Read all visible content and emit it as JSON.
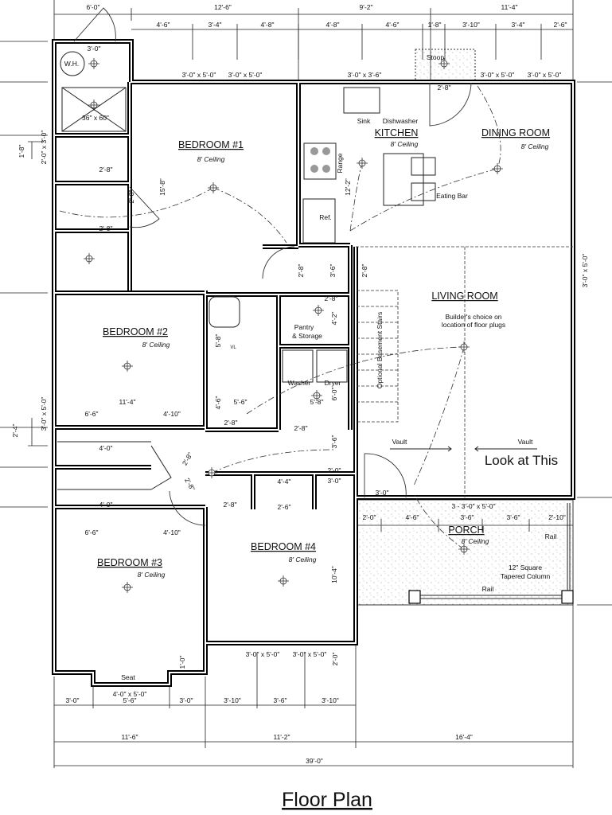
{
  "title": "Floor Plan",
  "rooms": {
    "bedroom1": {
      "name": "BEDROOM #1",
      "ceiling": "8' Ceiling"
    },
    "bedroom2": {
      "name": "BEDROOM #2",
      "ceiling": "8' Ceiling"
    },
    "bedroom3": {
      "name": "BEDROOM #3",
      "ceiling": "8' Ceiling"
    },
    "bedroom4": {
      "name": "BEDROOM #4",
      "ceiling": "8' Ceiling"
    },
    "kitchen": {
      "name": "KITCHEN",
      "ceiling": "8' Ceiling"
    },
    "dining": {
      "name": "DINING ROOM",
      "ceiling": "8' Ceiling"
    },
    "living": {
      "name": "LIVING ROOM",
      "note_line1": "Builder's choice on",
      "note_line2": "location of floor plugs"
    },
    "porch": {
      "name": "PORCH",
      "ceiling": "8' Ceiling"
    }
  },
  "fixtures": {
    "water_heater": "W.H.",
    "shower": "36\" x 60\"",
    "sink": "Sink",
    "dishwasher": "Dishwasher",
    "range": "Range",
    "refrigerator": "Ref.",
    "eating_bar": "Eating Bar",
    "stoop": "Stoop",
    "pantry_line1": "Pantry",
    "pantry_line2": "& Storage",
    "washer": "Washer",
    "dryer": "Dryer",
    "stairs": "Optional Basement Stairs",
    "seat": "Seat",
    "rail_1": "Rail",
    "rail_2": "Rail",
    "column_line1": "12\" Square",
    "column_line2": "Tapered Column",
    "vault_left": "Vault",
    "vault_right": "Vault",
    "vl": "VL"
  },
  "annotation": "Look at This",
  "dimensions": {
    "top_overall": [
      "6'-0\"",
      "12'-6\"",
      "9'-2\"",
      "11'-4\""
    ],
    "top_detail": [
      "4'-6\"",
      "3'-4\"",
      "4'-8\"",
      "4'-8\"",
      "4'-6\"",
      "1'-8\"",
      "3'-10\"",
      "3'-4\"",
      "2'-6\""
    ],
    "top_windows": [
      "3'-0\" x 5'-0\"",
      "3'-0\" x 5'-0\"",
      "3'-0\" x 3'-6\"",
      "3'-0\" x 5'-0\"",
      "3'-0\" x 5'-0\""
    ],
    "bottom_windows": [
      "3'-0\" x 5'-0\"",
      "3'-0\" x 5'-0\"",
      "4'-0\" x 5'-0\""
    ],
    "bottom_detail": [
      "3'-0\"",
      "5'-6\"",
      "3'-0\"",
      "3'-10\"",
      "3'-6\"",
      "3'-10\""
    ],
    "bottom_mid": [
      "11'-6\"",
      "11'-2\"",
      "16'-4\""
    ],
    "bottom_overall": "39'-0\"",
    "left": [
      "1'-8\"",
      "2'-0\" x 3'-0\"",
      "2'-4\"",
      "3'-0\" x 5'-0\""
    ],
    "right": "3'-0\" x 5'-0\"",
    "wh_door": "3'-0\"",
    "bath": [
      "2'-8\"",
      "2'-8\"",
      "2'-8\"",
      "15'-8\""
    ],
    "hall_left": [
      "11'-4\"",
      "6'-6\"",
      "4'-10\"",
      "4'-0\"",
      "4'-0\"",
      "6'-6\"",
      "4'-10\"",
      "2'-8\"",
      "2'-8\"",
      "2'-8\""
    ],
    "core": [
      "5'-8\"",
      "4'-6\"",
      "5'-6\"",
      "2'-8\"",
      "5'-8\"",
      "6'-0\"",
      "2'-8\"",
      "2'-8\"",
      "4'-2\"",
      "2'-8\"",
      "3'-6\"",
      "2'-8\"",
      "3'-6\"",
      "2'-0\"",
      "3'-0\"",
      "4'-4\"",
      "2'-6\"",
      "10'-4\"",
      "3'-0\"",
      "2'-8\"",
      "12'-2\"",
      "2'-0\"",
      "1'-0\""
    ],
    "porch_windows": "3 - 3'-0\" x 5'-0\"",
    "porch": [
      "2'-0\"",
      "4'-6\"",
      "3'-6\"",
      "3'-6\"",
      "2'-10\""
    ]
  }
}
